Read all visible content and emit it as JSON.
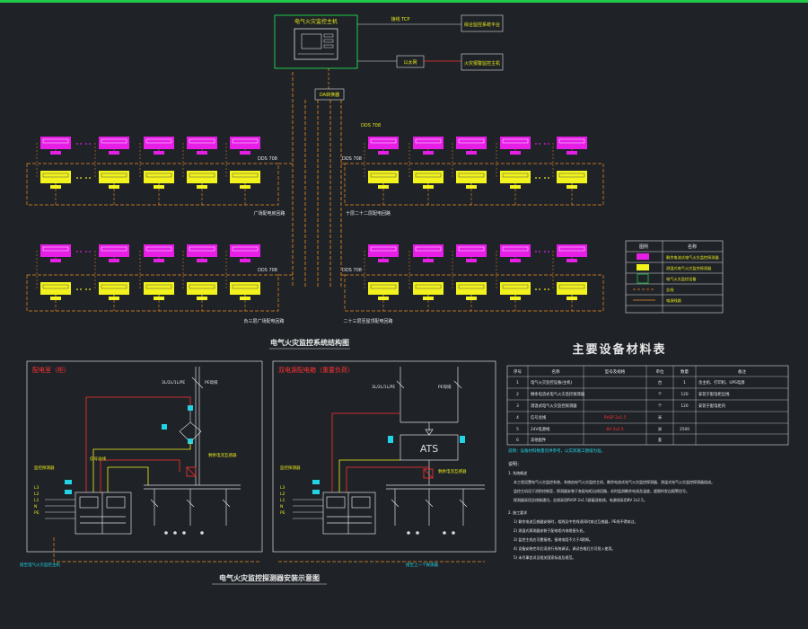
{
  "colors": {
    "background": "#1f2328",
    "magenta": "#e61ee6",
    "yellow": "#f2f21c",
    "orange": "#f28c1c",
    "green": "#22c84a",
    "red": "#ff3030",
    "white": "#e6e6e6",
    "cyan": "#22d3e6",
    "top_bar": "#22c84a"
  },
  "architecture": {
    "host_title": "电气火灾监控主机",
    "right_top_label": "接线 TCP",
    "right_top_box": "综合监控系统平台",
    "right_mid_box": "以太网",
    "right_bot_box": "火灾报警监控主机",
    "converter_box": "DA转换器",
    "bus_left_1": "DDS 708",
    "bus_right_1": "DDS 708",
    "bus_left_2": "DDS 708",
    "bus_right_2": "DDS 708",
    "group_label_1": "广场配电房回路",
    "group_label_2": "十层二十二层配电回路",
    "group_label_3": "负三层广场配电回路",
    "group_label_4": "二十三层至屋顶配电回路",
    "main_title": "电气火灾监控系统结构图"
  },
  "legend": {
    "header_icon": "图例",
    "header_name": "名称",
    "rows": [
      "剩余电流式电气火灾监控探测器",
      "测温式电气火灾监控探测器",
      "电气火灾监控设备",
      "总线",
      "电源线路"
    ]
  },
  "materials": {
    "title": "主要设备材料表",
    "headers": [
      "序号",
      "名称",
      "型号及规格",
      "单位",
      "数量",
      "备注"
    ],
    "rows": [
      [
        "1",
        "电气火灾监控设备(主机)",
        "",
        "台",
        "1",
        "含主机、打印机、UPS电源"
      ],
      [
        "2",
        "剩余电流式电气火灾监控探测器",
        "",
        "个",
        "120",
        "安装于配电柜出线"
      ],
      [
        "3",
        "测温式电气火灾监控探测器",
        "",
        "个",
        "120",
        "安装于配电柜内"
      ],
      [
        "4",
        "信号总线",
        "RVSP 2x1.5",
        "米",
        "",
        ""
      ],
      [
        "5",
        "24V电源线",
        "BV 2x2.5",
        "米",
        "2500",
        ""
      ],
      [
        "6",
        "其他配件",
        "",
        "套",
        "",
        ""
      ]
    ],
    "footnote": "说明：设备材料数量仅供参考，以实际施工图纸为准。"
  },
  "diagram_left": {
    "title": "配电室（柜）",
    "breaker_label": "3L/2L/1L/PE",
    "pe_label": "PE母排",
    "terminal_label": "剩余电流互感器",
    "bus_label": "信号总线",
    "bottom_label": "接至电气火灾监控主机",
    "side_labels": [
      "监控探测器",
      "L3",
      "L2",
      "L1",
      "N",
      "PE"
    ]
  },
  "diagram_right": {
    "title": "双电源配电箱（重要负荷）",
    "ats_label": "ATS",
    "breaker_label_a": "3L/2L/1L/PE",
    "breaker_label_b": "PE母排",
    "terminal_label": "剩余电流互感器",
    "bottom_label": "接至上一个探测器",
    "side_labels": [
      "监控探测器",
      "L3",
      "L2",
      "L1",
      "N",
      "PE"
    ]
  },
  "bottom_title": "电气火灾监控探测器安装示意图",
  "notes": {
    "heading": "说明：",
    "items": [
      "1. 系统概述",
      "本工程设置电气火灾监控系统，系统由电气火灾监控主机、剩余电流式电气火灾监控探测器、测温式电气火灾监控探测器组成。",
      "监控主机设于消防控制室，探测器安装于各配电柜出线回路，实时监测剩余电流及温度，超限时发出报警信号。",
      "探测器采用总线制通讯，总线采用RVSP 2x1.5屏蔽双绞线，电源线采用BV 2x2.5。",
      "2. 施工要求",
      "1) 剩余电流互感器安装时，相线及中性线须同时穿过互感器，PE线不得穿过。",
      "2) 测温式探测器安装于配电柜内电缆接头处。",
      "3) 监控主机应可靠接地，接地电阻不大于4欧姆。",
      "4) 设备安装完毕后须进行系统调试，调试合格后方可投入使用。",
      "5) 未尽事宜详见相关国家标准及规范。"
    ]
  }
}
